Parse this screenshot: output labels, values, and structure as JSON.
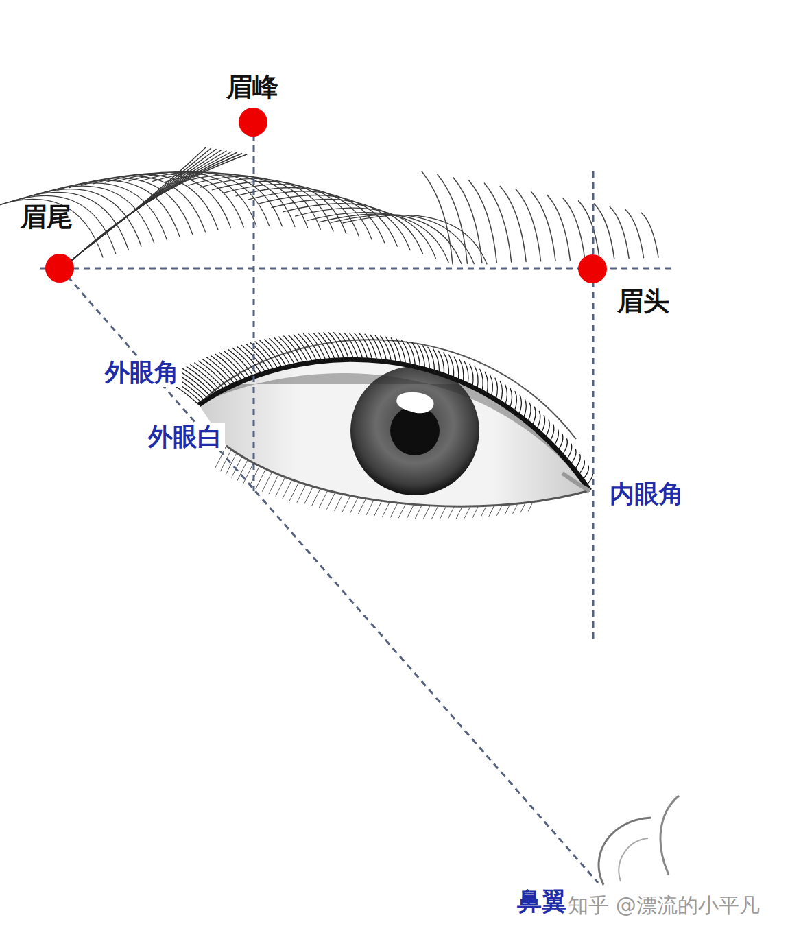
{
  "diagram": {
    "labels": [
      "眉峰",
      "眉尾",
      "眉头",
      "外眼角",
      "外眼白",
      "内眼角",
      "鼻翼",
      "知乎 @漂流的小平凡"
    ]
  }
}
